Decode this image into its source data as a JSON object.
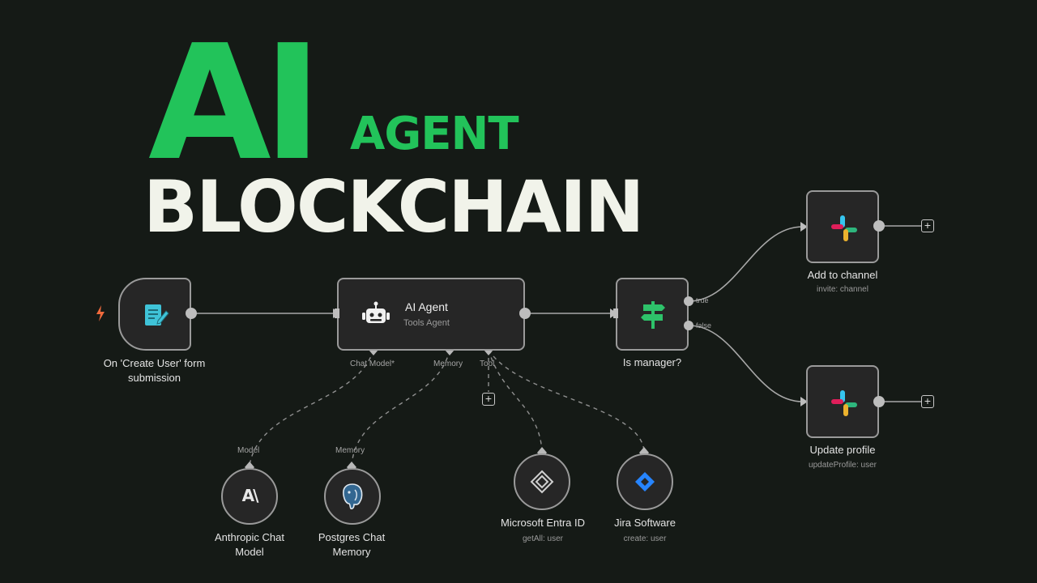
{
  "headline": {
    "line1": "AI",
    "line1_suffix": "AGENT",
    "line2": "BLOCKCHAIN"
  },
  "workflow": {
    "trigger": {
      "icon": "form-edit-icon",
      "label": "On 'Create User' form submission"
    },
    "agent": {
      "title": "AI Agent",
      "subtitle": "Tools Agent",
      "icon": "robot-icon",
      "ports": [
        "Chat Model*",
        "Memory",
        "Tool"
      ]
    },
    "condition": {
      "label": "Is manager?",
      "icon": "signpost-icon",
      "branches": [
        "true",
        "false"
      ]
    },
    "actions": [
      {
        "label": "Add to channel",
        "sublabel": "invite: channel",
        "icon": "slack-icon"
      },
      {
        "label": "Update profile",
        "sublabel": "updateProfile: user",
        "icon": "slack-icon"
      }
    ],
    "sub_nodes": [
      {
        "port": "Model",
        "label": "Anthropic Chat Model",
        "icon": "anthropic-icon"
      },
      {
        "port": "Memory",
        "label": "Postgres Chat Memory",
        "icon": "postgres-icon"
      },
      {
        "label": "Microsoft Entra ID",
        "sublabel": "getAll: user",
        "icon": "entra-id-icon"
      },
      {
        "label": "Jira Software",
        "sublabel": "create: user",
        "icon": "jira-icon"
      }
    ],
    "add_button": "+"
  },
  "colors": {
    "background": "#151a16",
    "accent": "#22c35a",
    "headline_light": "#f1f3ea",
    "node_bg": "#262626",
    "node_border": "#9a9a9a",
    "trigger_bolt": "#f06a3c",
    "slack_red": "#e01e5a",
    "slack_blue": "#36c5f0",
    "slack_green": "#2eb67d",
    "slack_yellow": "#ecb22e",
    "jira_blue": "#2684ff"
  }
}
